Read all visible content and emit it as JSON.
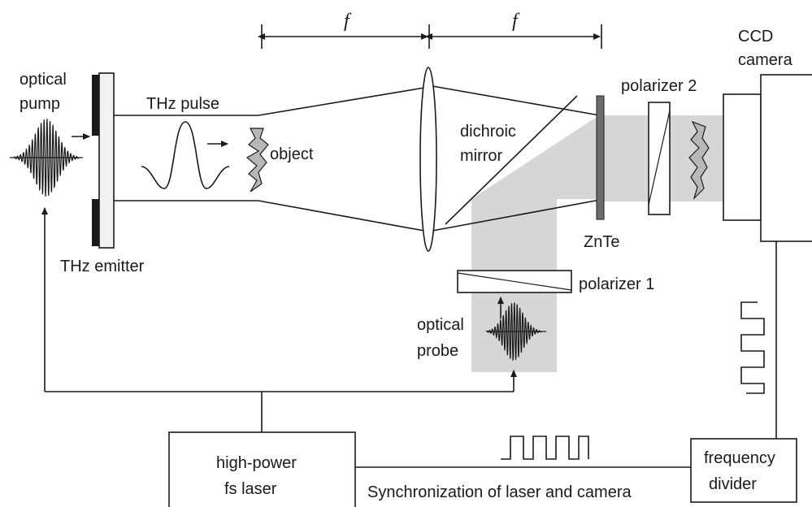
{
  "labels": {
    "focal_left": "f",
    "focal_right": "f",
    "optical_pump_1": "optical",
    "optical_pump_2": "pump",
    "thz_pulse": "THz pulse",
    "object": "object",
    "thz_emitter": "THz emitter",
    "dichroic_1": "dichroic",
    "dichroic_2": "mirror",
    "polarizer_2": "polarizer 2",
    "znte": "ZnTe",
    "ccd_1": "CCD",
    "ccd_2": "camera",
    "polarizer_1": "polarizer 1",
    "optical_probe_1": "optical",
    "optical_probe_2": "probe",
    "laser_1": "high-power",
    "laser_2": "fs laser",
    "sync": "Synchronization of laser and camera",
    "freq_1": "frequency",
    "freq_2": "divider"
  },
  "colors": {
    "beam": "#d6d6d6",
    "line": "#1a1a1a",
    "crystal": "#6d6d6d"
  }
}
